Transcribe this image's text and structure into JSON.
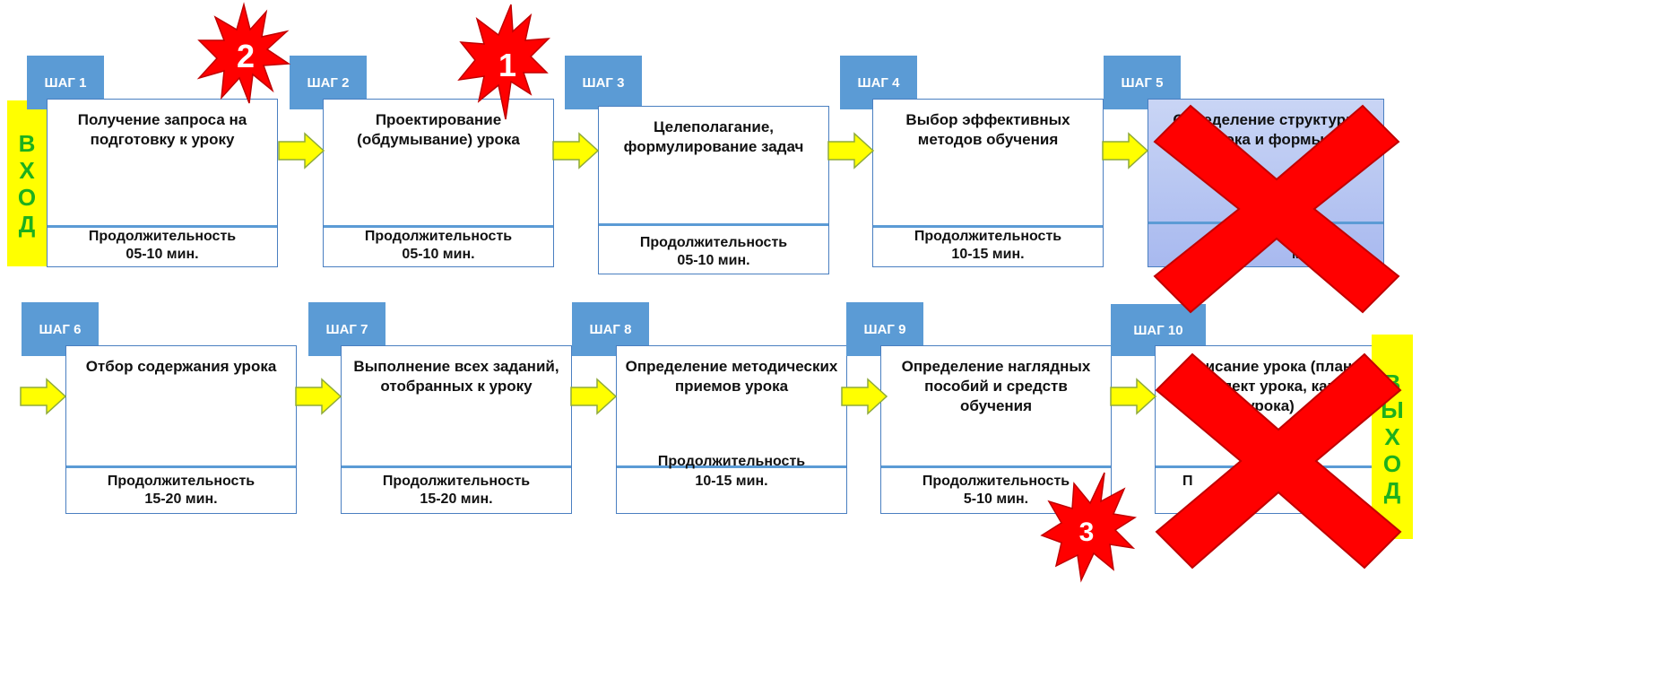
{
  "entry_label": [
    "В",
    "Х",
    "О",
    "Д"
  ],
  "exit_label": [
    "В",
    "Ы",
    "Х",
    "О",
    "Д"
  ],
  "steps": [
    {
      "tag": "ШАГ 1",
      "title": "Получение запроса на подготовку к уроку",
      "dur_label": "Продолжительность",
      "dur": "05-10 мин."
    },
    {
      "tag": "ШАГ 2",
      "title": "Проектирование (обдумывание) урока",
      "dur_label": "Продолжительность",
      "dur": "05-10 мин."
    },
    {
      "tag": "ШАГ 3",
      "title": "Целеполагание, формулирование задач",
      "dur_label": "Продолжительность",
      "dur": "05-10 мин."
    },
    {
      "tag": "ШАГ 4",
      "title": "Выбор эффективных методов обучения",
      "dur_label": "Продолжительность",
      "dur": "10-15 мин."
    },
    {
      "tag": "ШАГ 5",
      "title": "Определение структуры урока и формы",
      "dur_label": "",
      "dur": "мин."
    },
    {
      "tag": "ШАГ 6",
      "title": "Отбор содержания урока",
      "dur_label": "Продолжительность",
      "dur": "15-20 мин."
    },
    {
      "tag": "ШАГ 7",
      "title": "Выполнение всех заданий, отобранных к уроку",
      "dur_label": "Продолжительность",
      "dur": "15-20 мин."
    },
    {
      "tag": "ШАГ 8",
      "title": "Определение методических приемов урока",
      "dur_label": "Продолжительность",
      "dur": "10-15 мин."
    },
    {
      "tag": "ШАГ 9",
      "title": "Определение наглядных пособий и средств обучения",
      "dur_label": "Продолжительность",
      "dur": "5-10 мин."
    },
    {
      "tag": "ШАГ 10",
      "title": "Описание урока (план, конспект урока, карта урока)",
      "dur_label": "П",
      "dur": ""
    }
  ],
  "stars": [
    "2",
    "1",
    "3"
  ],
  "colors": {
    "tag_bg": "#5b9bd5",
    "arrow": "#ffff00",
    "cross": "#ff0000",
    "star": "#ff0000",
    "side_text": "#1db01d"
  }
}
